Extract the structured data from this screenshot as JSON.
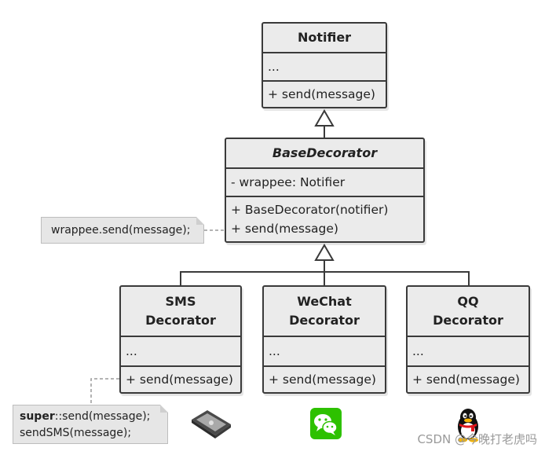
{
  "notifier": {
    "title": "Notifier",
    "fields": "...",
    "method": "+ send(message)"
  },
  "base_decorator": {
    "title": "BaseDecorator",
    "field": "- wrappee: Notifier",
    "methods": [
      "+ BaseDecorator(notifier)",
      "+ send(message)"
    ]
  },
  "decorators": [
    {
      "title_line1": "SMS",
      "title_line2": "Decorator",
      "fields": "...",
      "method": "+ send(message)"
    },
    {
      "title_line1": "WeChat",
      "title_line2": "Decorator",
      "fields": "...",
      "method": "+ send(message)"
    },
    {
      "title_line1": "QQ",
      "title_line2": "Decorator",
      "fields": "...",
      "method": "+ send(message)"
    }
  ],
  "notes": {
    "base_send": "wrappee.send(message);",
    "sms_send_prefix": "super",
    "sms_send_rest": "::send(message);",
    "sms_send_line2": "sendSMS(message);"
  },
  "icons": [
    "phone-icon",
    "wechat-icon",
    "qq-penguin-icon"
  ],
  "watermark": "CSDN @今晚打老虎吗",
  "colors": {
    "box_fill": "#ebebeb",
    "border": "#3a3a3a",
    "note_fill": "#e6e6e6",
    "wechat_green": "#2dc100"
  }
}
